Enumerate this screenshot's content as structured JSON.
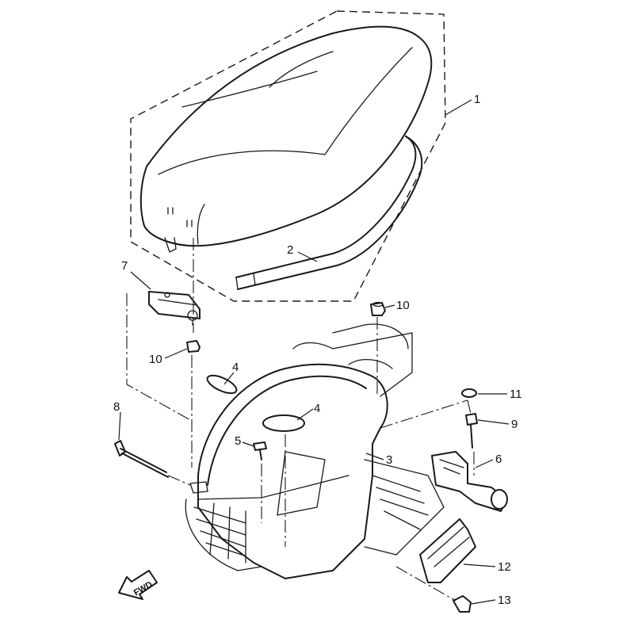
{
  "callouts": {
    "c1": "1",
    "c2": "2",
    "c3": "3",
    "c4a": "4",
    "c4b": "4",
    "c5": "5",
    "c6": "6",
    "c7": "7",
    "c8": "8",
    "c9": "9",
    "c10a": "10",
    "c10b": "10",
    "c11": "11",
    "c12": "12",
    "c13": "13"
  },
  "direction_marker": "FWD",
  "colors": {
    "line": "#1a1a1a",
    "background": "#ffffff"
  }
}
